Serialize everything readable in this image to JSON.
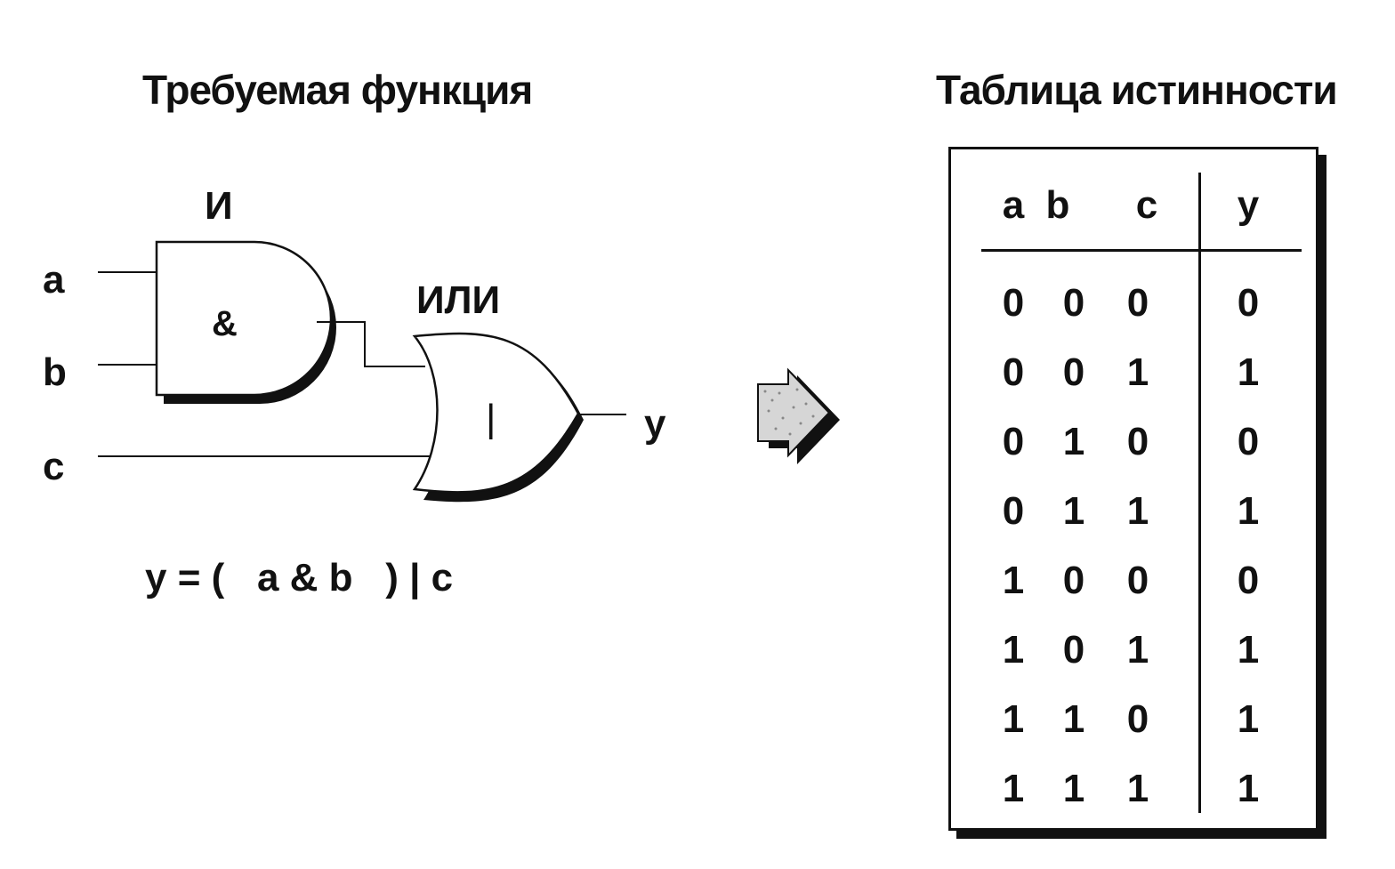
{
  "left_title": "Требуемая функция",
  "right_title": "Таблица истинности",
  "circuit": {
    "and_label": "И",
    "or_label": "ИЛИ",
    "and_symbol": "&",
    "or_symbol": "|",
    "inputs": [
      "a",
      "b",
      "c"
    ],
    "output": "y",
    "formula": "y = (   a & b   ) | c"
  },
  "truth_table": {
    "headers": [
      "a",
      "b",
      "c",
      "y"
    ],
    "rows": [
      [
        "0",
        "0",
        "0",
        "0"
      ],
      [
        "0",
        "0",
        "1",
        "1"
      ],
      [
        "0",
        "1",
        "0",
        "0"
      ],
      [
        "0",
        "1",
        "1",
        "1"
      ],
      [
        "1",
        "0",
        "0",
        "0"
      ],
      [
        "1",
        "0",
        "1",
        "1"
      ],
      [
        "1",
        "1",
        "0",
        "1"
      ],
      [
        "1",
        "1",
        "1",
        "1"
      ]
    ]
  },
  "icons": {
    "arrow": "right-arrow-icon"
  }
}
